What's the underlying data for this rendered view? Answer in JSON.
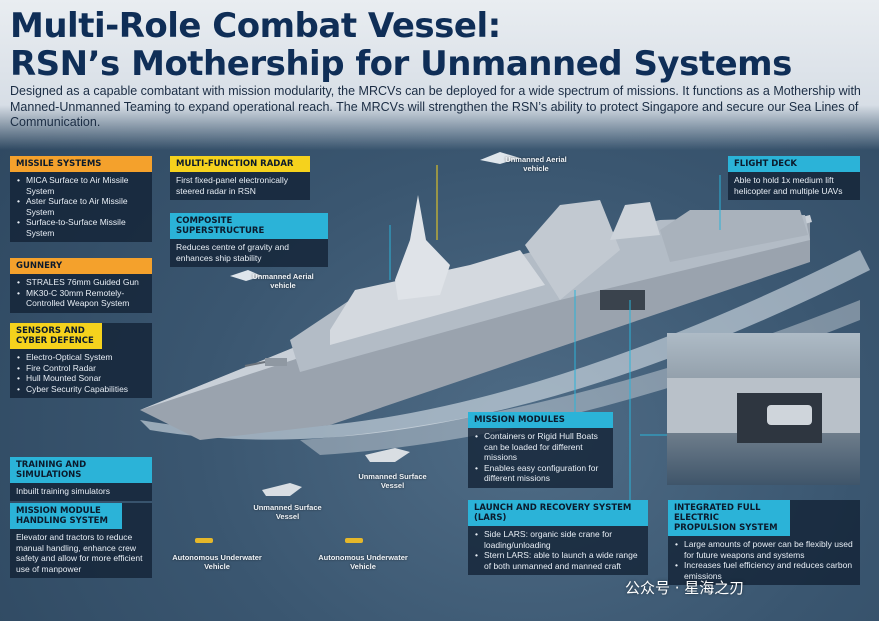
{
  "title_line1": "Multi-Role Combat Vessel:",
  "title_line2": "RSN’s Mothership for Unmanned Systems",
  "intro": "Designed as a capable combatant with mission modularity, the MRCVs can be deployed for a wide spectrum of missions. It functions as a Mothership with Manned-Unmanned Teaming to expand operational reach. The MRCVs will strengthen the RSN’s ability to protect Singapore and secure our Sea Lines of Communication.",
  "missile": {
    "title": "MISSILE SYSTEMS",
    "items": [
      "MICA Surface to Air Missile System",
      "Aster Surface to Air Missile System",
      "Surface-to-Surface Missile System"
    ]
  },
  "gunnery": {
    "title": "GUNNERY",
    "items": [
      "STRALES 76mm Guided Gun",
      "MK30-C 30mm Remotely-Controlled Weapon System"
    ]
  },
  "sensors": {
    "title": "SENSORS AND CYBER DEFENCE",
    "items": [
      "Electro-Optical System",
      "Fire Control Radar",
      "Hull Mounted Sonar",
      "Cyber Security Capabilities"
    ]
  },
  "training": {
    "title": "TRAINING AND SIMULATIONS",
    "text": "Inbuilt training simulators"
  },
  "handling": {
    "title": "MISSION MODULE HANDLING SYSTEM",
    "text": "Elevator and tractors to reduce manual handling, enhance crew safety and allow for more efficient use of manpower"
  },
  "radar": {
    "title": "MULTI-FUNCTION RADAR",
    "text": "First fixed-panel electronically steered radar in RSN"
  },
  "superstructure": {
    "title": "COMPOSITE SUPERSTRUCTURE",
    "text": "Reduces centre of gravity and enhances ship stability"
  },
  "flightdeck": {
    "title": "FLIGHT DECK",
    "text": "Able to hold 1x medium lift helicopter and multiple UAVs"
  },
  "modules": {
    "title": "MISSION MODULES",
    "items": [
      "Containers or Rigid Hull Boats can be loaded for different missions",
      "Enables easy configuration for different missions"
    ]
  },
  "lars": {
    "title": "LAUNCH AND RECOVERY SYSTEM (LARS)",
    "items": [
      "Side LARS: organic side crane for loading/unloading",
      "Stern LARS: able to launch a wide range of both unmanned and manned craft"
    ]
  },
  "propulsion": {
    "title": "INTEGRATED FULL ELECTRIC PROPULSION SYSTEM",
    "items": [
      "Large amounts of power can be flexibly used for future weapons and systems",
      "Increases fuel efficiency and reduces carbon emissions"
    ]
  },
  "labels": {
    "uav_top": "Unmanned Aerial vehicle",
    "uav_left": "Unmanned Aerial vehicle",
    "usv_right": "Unmanned Surface Vessel",
    "usv_left": "Unmanned Surface Vessel",
    "auv_left": "Autonomous Underwater Vehicle",
    "auv_right": "Autonomous Underwater Vehicle"
  },
  "watermark": "公众号 · 星海之刃",
  "colors": {
    "title": "#0f2e57",
    "orange": "#f4a12c",
    "yellow": "#f5d21d",
    "cyan": "#2bb3d8",
    "panel": "#122134"
  }
}
